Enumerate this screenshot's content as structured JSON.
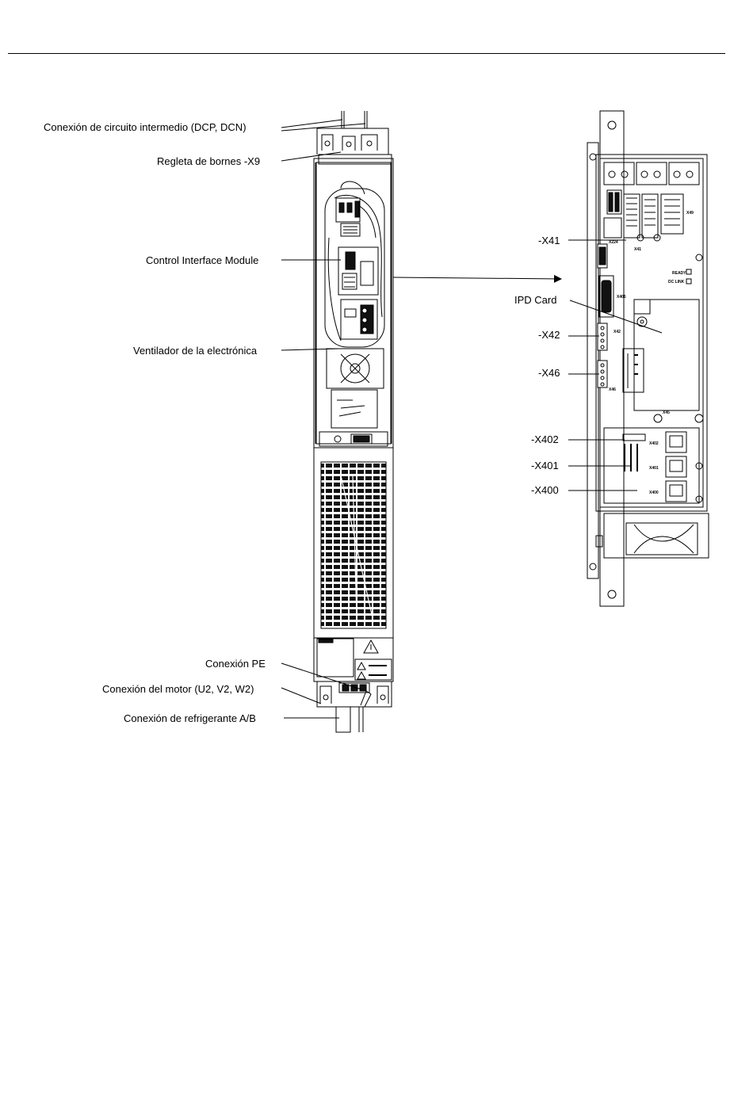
{
  "labels_left": {
    "dc_link": "Conexión de circuito intermedio (DCP, DCN)",
    "terminal_x9": "Regleta de bornes -X9",
    "cim": "Control Interface Module",
    "fan": "Ventilador de la electrónica",
    "pe": "Conexión PE",
    "motor": "Conexión del motor (U2, V2, W2)",
    "coolant": "Conexión de refrigerante A/B"
  },
  "labels_right": {
    "x41": "-X41",
    "ipd": "IPD Card",
    "x42": "-X42",
    "x46": "-X46",
    "x402": "-X402",
    "x401": "-X401",
    "x400": "-X400"
  },
  "detail_marks": {
    "x224": "X224",
    "x41": "X41",
    "x49": "X49",
    "x406": "X406",
    "x42": "X42",
    "x46": "X46",
    "x45": "X45",
    "x402": "X402",
    "x401": "X401",
    "x400": "X400",
    "ready": "READY",
    "dc_link": "DC LINK"
  }
}
